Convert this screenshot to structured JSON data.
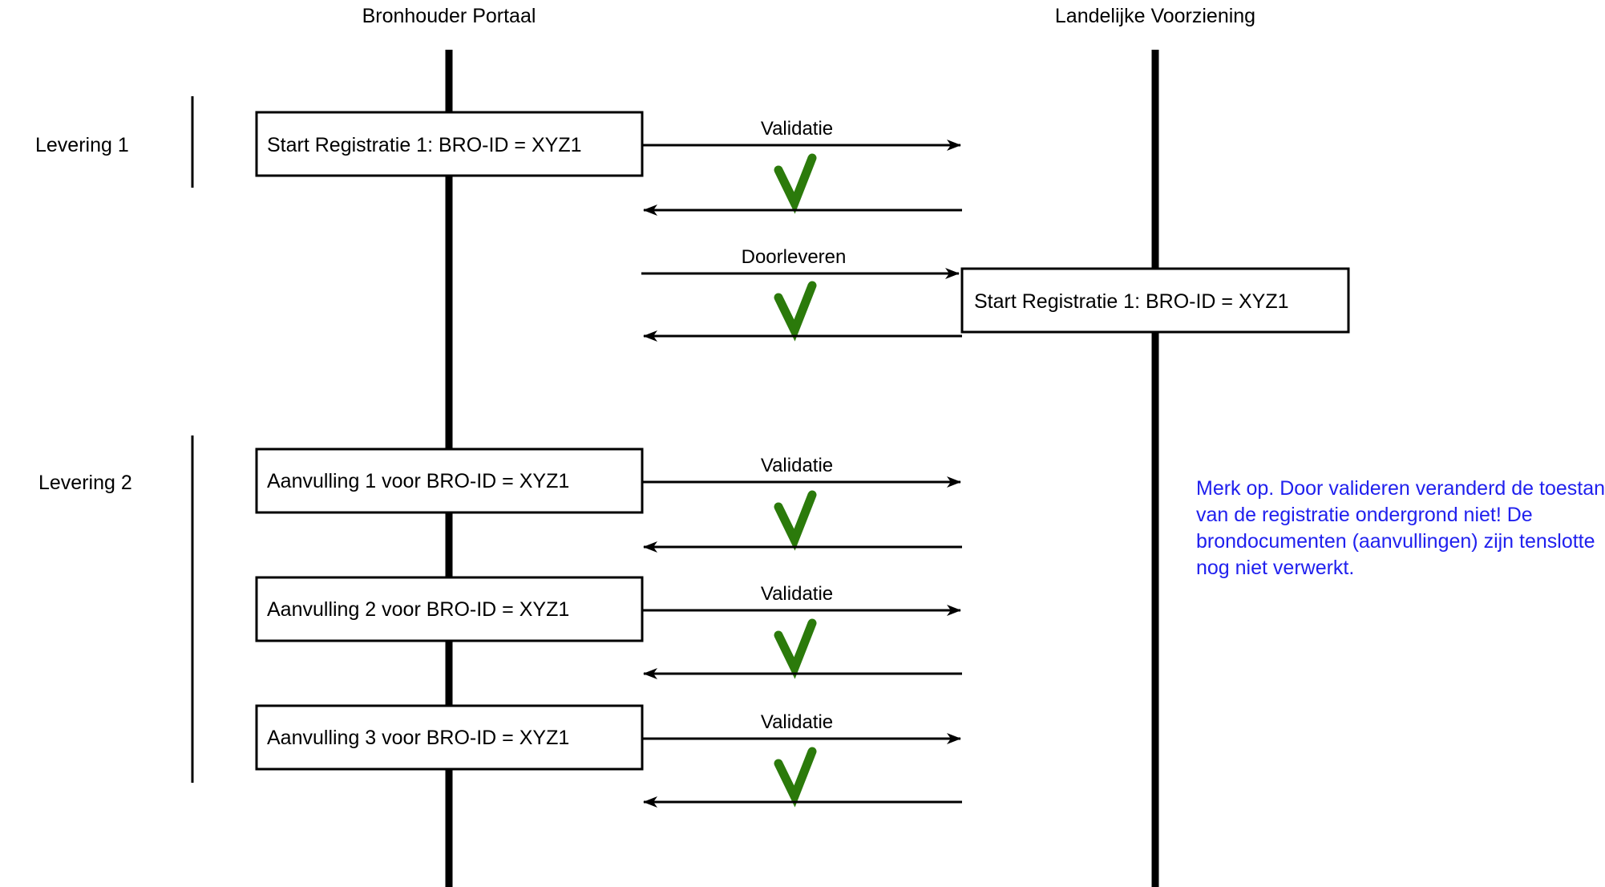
{
  "diagram": {
    "title_left": "Bronhouder Portaal",
    "title_right": "Landelijke Voorziening",
    "groups": [
      {
        "label": "Levering 1"
      },
      {
        "label": "Levering 2"
      }
    ],
    "boxes": {
      "left_start_registratie": "Start Registratie 1: BRO-ID = XYZ1",
      "right_start_registratie": "Start Registratie 1: BRO-ID = XYZ1",
      "aanvulling_1": "Aanvulling 1 voor BRO-ID = XYZ1",
      "aanvulling_2": "Aanvulling 2 voor BRO-ID = XYZ1",
      "aanvulling_3": "Aanvulling 3 voor BRO-ID = XYZ1"
    },
    "messages": {
      "validatie_1": "Validatie",
      "doorleveren": "Doorleveren",
      "validatie_2": "Validatie",
      "validatie_3": "Validatie",
      "validatie_4": "Validatie"
    },
    "note": {
      "line1": "Merk  op. Door valideren veranderd de toestand",
      "line2": "van de registratie ondergrond niet! De",
      "line3": "brondocumenten (aanvullingen) zijn tenslotte",
      "line4": "nog niet verwerkt."
    },
    "colors": {
      "check_green": "#2b7a0b",
      "note_blue": "#2020ee",
      "stroke_black": "#000000",
      "background": "#ffffff"
    },
    "icons": {
      "check": "check-mark-icon",
      "arrow_right": "arrow-right-icon",
      "arrow_left": "arrow-left-icon"
    }
  }
}
